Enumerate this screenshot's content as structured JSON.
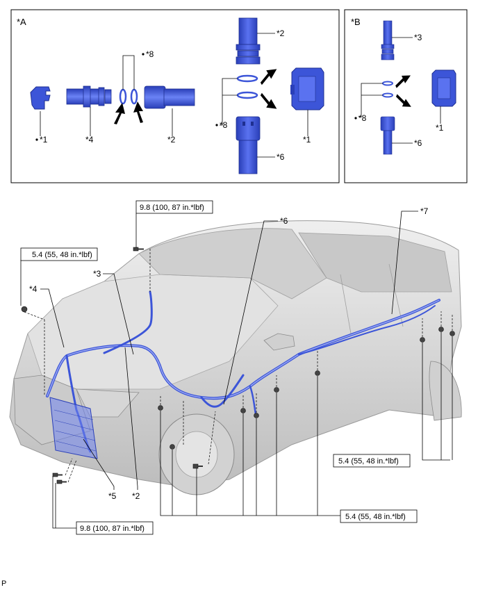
{
  "panel_a": {
    "title": "*A",
    "labels": {
      "seal_ring_top": "*8",
      "retainer": "*1",
      "fitting_left": "*4",
      "pipe_horizontal": "*2",
      "pipe_vertical_top": "*2",
      "seal_ring_vertical": "*8",
      "pipe_vertical_bottom": "*6",
      "clip_right": "*1"
    }
  },
  "panel_b": {
    "title": "*B",
    "labels": {
      "pipe_top": "*3",
      "seal_ring": "*8",
      "pipe_bottom": "*6",
      "clip": "*1"
    }
  },
  "main": {
    "torque_top": "9.8 (100, 87 in.*lbf)",
    "torque_left": "5.4 (55, 48 in.*lbf)",
    "torque_right": "5.4 (55, 48 in.*lbf)",
    "torque_bottom_left": "9.8 (100, 87 in.*lbf)",
    "torque_bottom_right": "5.4 (55, 48 in.*lbf)",
    "labels": {
      "l3": "*3",
      "l4": "*4",
      "l6": "*6",
      "l7": "*7",
      "l5": "*5",
      "l2": "*2"
    }
  },
  "footer": {
    "code": "P"
  },
  "colors": {
    "pipe": "#3c55d8",
    "pipe_light": "#8fa0f0",
    "car": "#d8d8d8"
  }
}
